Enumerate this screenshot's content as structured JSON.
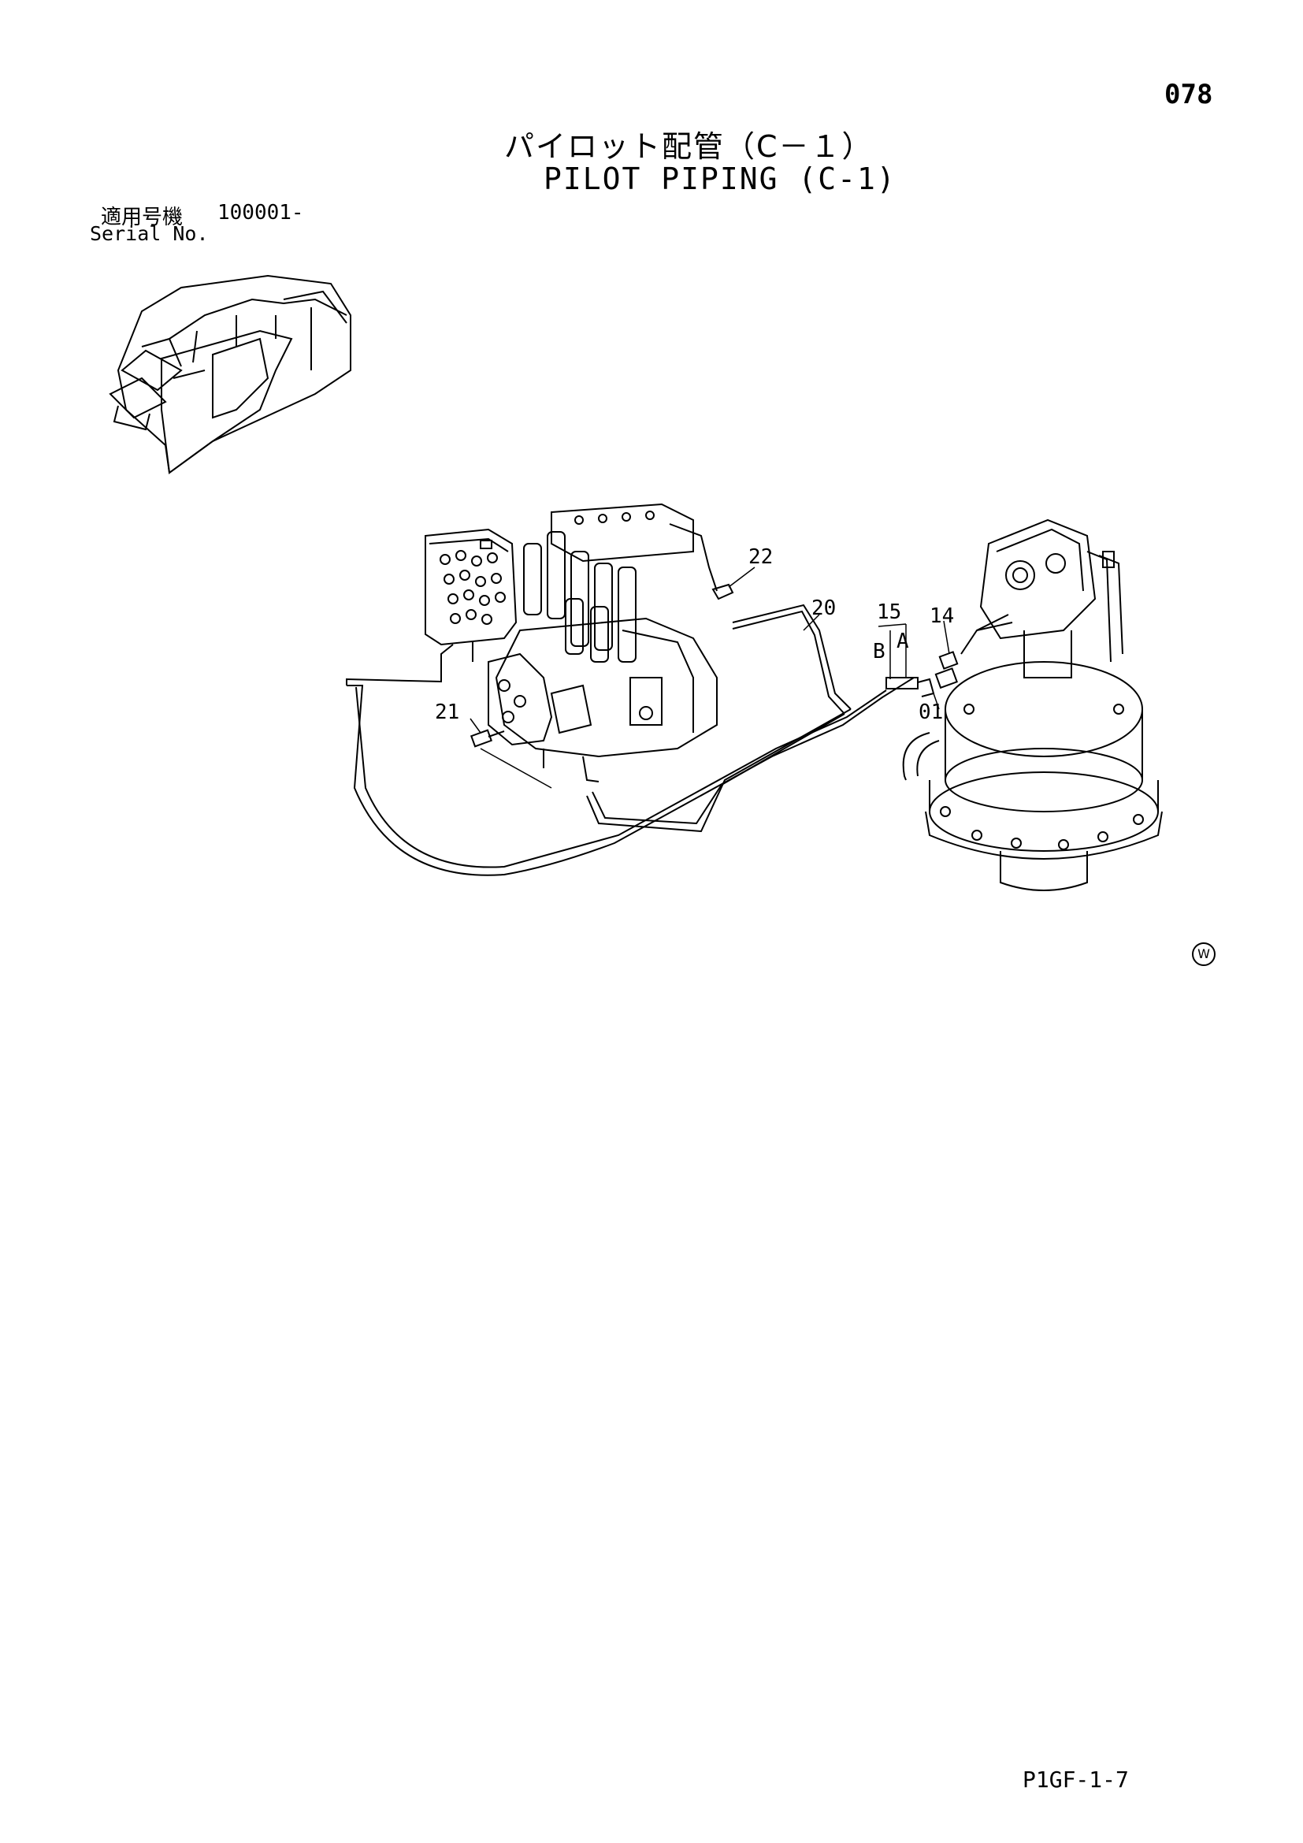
{
  "header": {
    "page_number": "078",
    "title_jp": "パイロット配管（C－１）",
    "title_en": "PILOT PIPING (C-1)"
  },
  "serial": {
    "label_jp": "適用号機",
    "range": "100001-",
    "label_en": "Serial No."
  },
  "callouts": {
    "c22": "22",
    "c20": "20",
    "c15": "15",
    "cB": "B",
    "cA": "A",
    "c14": "14",
    "c01": "01",
    "c21": "21"
  },
  "mark": "W",
  "footer": {
    "code": "P1GF-1-7"
  }
}
